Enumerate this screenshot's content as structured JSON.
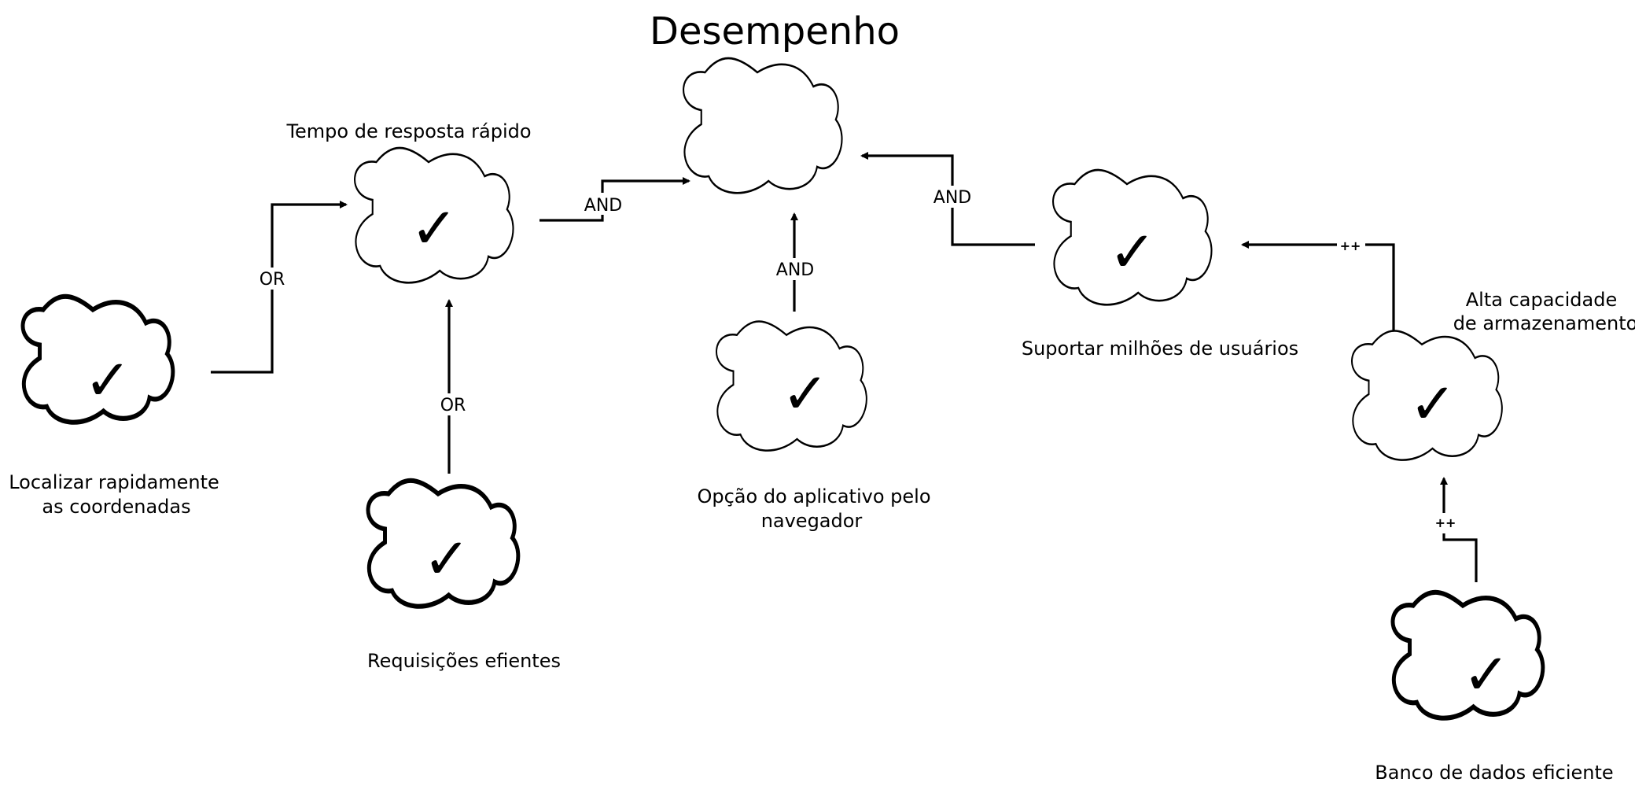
{
  "title": "Desempenho",
  "nodes": {
    "main": {
      "label": ""
    },
    "tempo": {
      "label": "Tempo de resposta rápido",
      "mark": "✓"
    },
    "localizar": {
      "label_line1": "Localizar rapidamente",
      "label_line2": "as coordenadas",
      "mark": "✓"
    },
    "requisicoes": {
      "label": "Requisições efientes",
      "mark": "✓"
    },
    "opcao": {
      "label_line1": "Opção do aplicativo pelo",
      "label_line2": "navegador",
      "mark": "✓"
    },
    "suportar": {
      "label": "Suportar milhões de usuários",
      "mark": "✓"
    },
    "alta": {
      "label_line1": "Alta capacidade",
      "label_line2": "de armazenamento",
      "mark": "✓"
    },
    "banco": {
      "label": "Banco de dados eficiente",
      "mark": "✓"
    }
  },
  "edges": {
    "localizar_tempo": "OR",
    "requisicoes_tempo": "OR",
    "tempo_main": "AND",
    "opcao_main": "AND",
    "suportar_main": "AND",
    "alta_suportar": "++",
    "banco_alta": "++"
  }
}
